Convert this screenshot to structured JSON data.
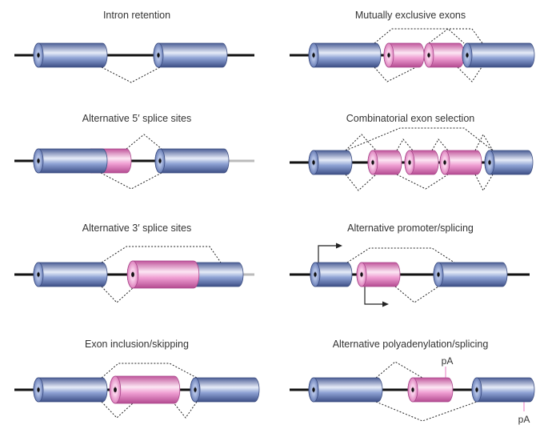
{
  "colors": {
    "constitutive_exon": "#6f86c0",
    "alternative_exon": "#ec8fcb",
    "intron_line": "#111111",
    "splice_path": "#222222"
  },
  "panels": [
    {
      "id": "intron-retention",
      "title": "Intron retention"
    },
    {
      "id": "mutually-exclusive-exons",
      "title": "Mutually exclusive exons"
    },
    {
      "id": "alternative-5-splice-sites",
      "title": "Alternative 5′ splice sites"
    },
    {
      "id": "combinatorial-exon-selection",
      "title": "Combinatorial exon selection"
    },
    {
      "id": "alternative-3-splice-sites",
      "title": "Alternative 3′ splice sites"
    },
    {
      "id": "alternative-promoter-splicing",
      "title": "Alternative promoter/splicing"
    },
    {
      "id": "exon-inclusion-skipping",
      "title": "Exon inclusion/skipping"
    },
    {
      "id": "alternative-polyadenylation-splicing",
      "title": "Alternative polyadenylation/splicing"
    }
  ],
  "labels": {
    "pa_upper": "pA",
    "pa_lower": "pA"
  }
}
